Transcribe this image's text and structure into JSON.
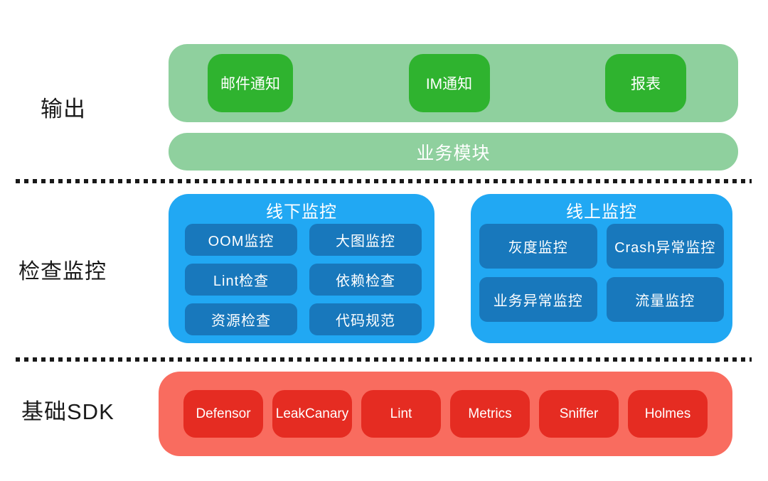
{
  "colors": {
    "green-light": "#8FD09E",
    "green-dark": "#2FB32F",
    "blue-light": "#21A8F3",
    "blue-dark": "#1878BC",
    "red-light": "#F96C5F",
    "red-dark": "#E52C22",
    "label-text": "#1A1A1A",
    "divider": "#191919",
    "chip-text": "#FFFFFF"
  },
  "left_labels": {
    "output": "输出",
    "monitor": "检查监控",
    "sdk": "基础SDK"
  },
  "output_layer": {
    "modules": [
      "邮件通知",
      "IM通知",
      "报表"
    ],
    "business_bar": "业务模块"
  },
  "monitor_layer": {
    "offline": {
      "title": "线下监控",
      "items": [
        "OOM监控",
        "大图监控",
        "Lint检查",
        "依赖检查",
        "资源检查",
        "代码规范"
      ]
    },
    "online": {
      "title": "线上监控",
      "items": [
        "灰度监控",
        "Crash异常监控",
        "业务异常监控",
        "流量监控"
      ]
    }
  },
  "sdk_layer": {
    "items": [
      "Defensor",
      "LeakCanary",
      "Lint",
      "Metrics",
      "Sniffer",
      "Holmes"
    ]
  }
}
